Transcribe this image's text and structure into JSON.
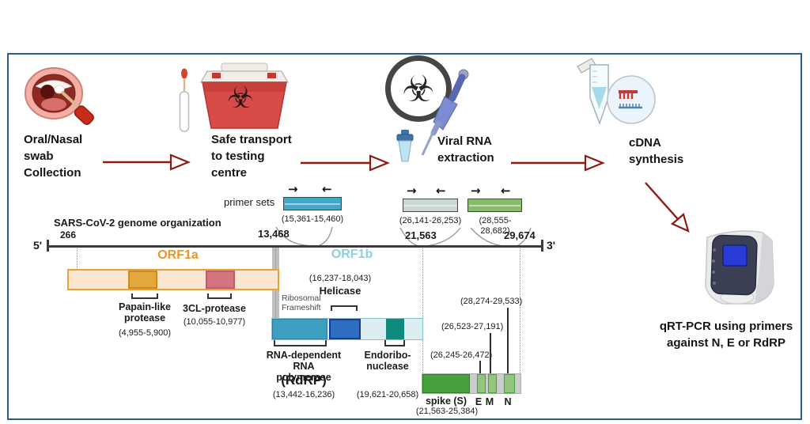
{
  "icons": {
    "biohazard_glyph": "☣",
    "forward_primer_arrow": "→",
    "reverse_primer_arrow": "←"
  },
  "colors": {
    "frame_border": "#2E5A92",
    "arrow_red": "#8E1A12",
    "orf1a_accent": "#E8962E",
    "orf1b_accent": "#8FD0DC"
  },
  "workflow": {
    "steps": [
      {
        "label": "Oral/Nasal\nswab\nCollection",
        "icon": "mouth-swab-icon"
      },
      {
        "label": "Safe transport\nto testing\ncentre",
        "icon": "biohazard-transport-box-icon"
      },
      {
        "label": "Viral RNA\nextraction",
        "icon": "biohazard-pipette-icon"
      },
      {
        "label": "cDNA\nsynthesis",
        "icon": "tube-dna-icon"
      }
    ],
    "final_step": {
      "label": "qRT-PCR using primers\nagainst N, E or RdRP",
      "icon": "qrt-pcr-machine-icon"
    }
  },
  "genome": {
    "title": "SARS-CoV-2 genome organization",
    "primer_sets_label": "primer sets",
    "five_prime": "5'",
    "three_prime": "3'",
    "coordinates": {
      "start": "266",
      "frameshift": "13,468",
      "spike_start": "21,563",
      "end": "29,674"
    },
    "primers": [
      {
        "range": "(15,361-15,460)",
        "color": "#45A7C8"
      },
      {
        "range": "(26,141-26,253)",
        "color": "#CBD5D3"
      },
      {
        "range": "(28,555-28,682)",
        "color": "#85BB69"
      }
    ],
    "orf1a": {
      "label": "ORF1a",
      "features": [
        {
          "name": "Papain-like\nprotease",
          "range": "(4,955-5,900)",
          "color": "#E3A93C"
        },
        {
          "name": "3CL-protease",
          "range": "(10,055-10,977)",
          "color": "#D3747F"
        }
      ]
    },
    "orf1b": {
      "label": "ORF1b",
      "frameshift_label": "Ribosomal\nFrameshift",
      "helicase": {
        "name": "Helicase",
        "range": "(16,237-18,043)",
        "color": "#2F6FC3"
      },
      "rdrp": {
        "name": "RNA-dependent\nRNA polymerase",
        "abbr": "(RdRP)",
        "range": "(13,442-16,236)",
        "color": "#3D9EC0"
      },
      "endonuclease": {
        "name": "Endoribo-\nnuclease",
        "range": "(19,621-20,658)",
        "color": "#108A7D"
      }
    },
    "structural": {
      "spike": {
        "name": "spike (S)",
        "range": "(21,563-25,384)",
        "color": "#47A23D"
      },
      "genes": [
        {
          "name": "E",
          "range": "(26,245-26,472)"
        },
        {
          "name": "M",
          "range": "(26,523-27,191)"
        },
        {
          "name": "N",
          "range": "(28,274-29,533)"
        }
      ]
    }
  }
}
